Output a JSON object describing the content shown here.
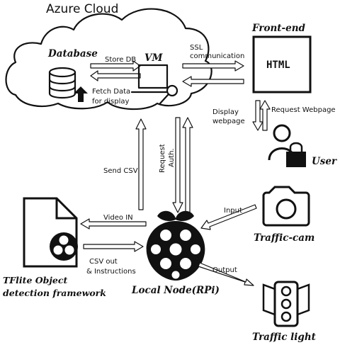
{
  "labels": {
    "azure_cloud": "Azure Cloud",
    "database": "Database",
    "vm": "VM",
    "store_db": "Store DB",
    "fetch_data_line1": "Fetch Data",
    "fetch_data_line2": "for display",
    "ssl_line1": "SSL",
    "ssl_line2": "communication",
    "frontend": "Front-end",
    "html": "HTML",
    "display_webpage_line1": "Display",
    "display_webpage_line2": "webpage",
    "request_webpage": "Request Webpage",
    "user": "User",
    "send_csv": "Send CSV",
    "request_auth_line1": "Request",
    "request_auth_line2": "Auth.",
    "video_in": "Video IN",
    "input": "Input",
    "traffic_cam": "Traffic-cam",
    "csv_out_line1": "CSV out",
    "csv_out_line2": "& Instructions",
    "output": "Output",
    "tflite_line1": "TFlite Object",
    "tflite_line2": "detection framework",
    "local_node": "Local Node(RPi)",
    "traffic_light": "Traffic light"
  },
  "icons": {
    "database": "database-icon",
    "upload": "upload-arrow-icon",
    "vm": "laptop-wrench-icon",
    "html": "html-page-icon",
    "user": "user-lock-icon",
    "camera": "camera-icon",
    "document": "document-icon",
    "tflite": "tflite-logo-icon",
    "rpi": "raspberry-pi-icon",
    "traffic_light": "traffic-light-icon"
  },
  "colors": {
    "ink": "#111111",
    "background": "#ffffff"
  }
}
